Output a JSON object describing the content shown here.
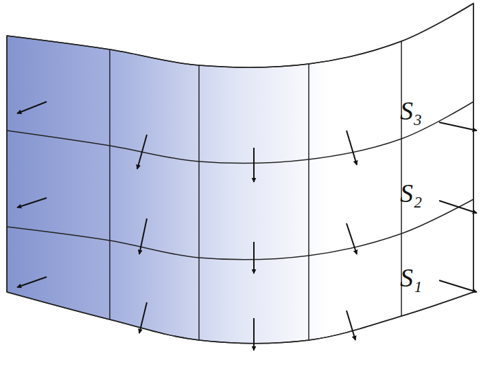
{
  "diagram": {
    "labels": [
      "S₃",
      "S₂",
      "S₁"
    ]
  }
}
